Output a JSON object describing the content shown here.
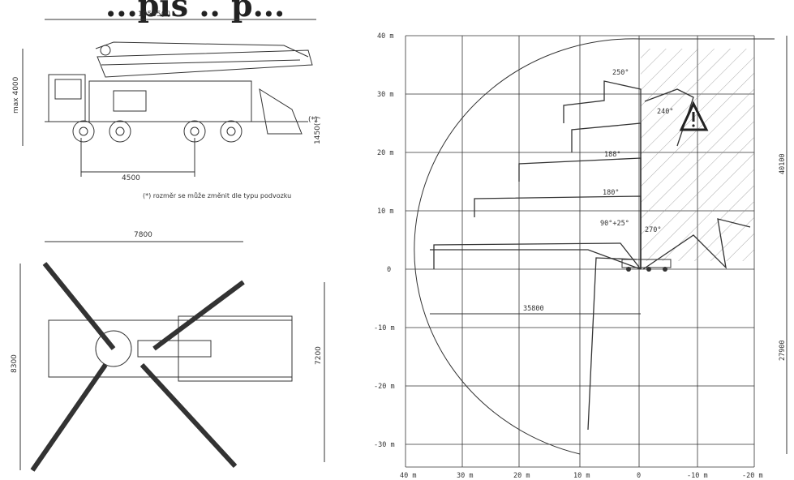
{
  "header": {
    "title": "...pis .. p..."
  },
  "side_view": {
    "length": "10585(*)",
    "height": "max 4000",
    "axle": "4500",
    "rear": "1450(*)",
    "star": "(*)"
  },
  "note": "(*) rozměr se může změnit dle typu podvozku",
  "top_view": {
    "width_top": "7800",
    "left_height": "8300",
    "right_height": "7200"
  },
  "reach_chart": {
    "y_ticks": [
      "40 m",
      "30 m",
      "20 m",
      "10 m",
      "0",
      "-10 m",
      "-20 m",
      "-30 m"
    ],
    "x_ticks": [
      "40 m",
      "30 m",
      "20 m",
      "10 m",
      "0",
      "-10 m",
      "-20 m"
    ],
    "angles": [
      "250°",
      "240°",
      "188°",
      "180°",
      "90°+25°",
      "270°"
    ],
    "horizontal_reach": "35800",
    "height_reach": "40100",
    "depth_reach": "27900"
  }
}
